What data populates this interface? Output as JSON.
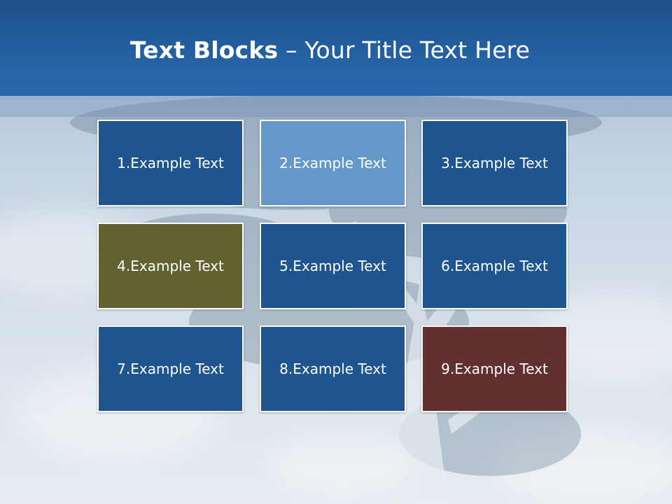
{
  "slide": {
    "title_bold": "Text Blocks",
    "title_rest": " – Your Title Text Here"
  },
  "blocks": [
    {
      "label": "1.Example Text",
      "color": "#1f558e"
    },
    {
      "label": "2.Example Text",
      "color": "#6498c9"
    },
    {
      "label": "3.Example Text",
      "color": "#1f558e"
    },
    {
      "label": "4.Example Text",
      "color": "#626130"
    },
    {
      "label": "5.Example Text",
      "color": "#1f558e"
    },
    {
      "label": "6.Example Text",
      "color": "#1f558e"
    },
    {
      "label": "7.Example Text",
      "color": "#1f558e"
    },
    {
      "label": "8.Example Text",
      "color": "#1f558e"
    },
    {
      "label": "9.Example Text",
      "color": "#623030"
    }
  ]
}
